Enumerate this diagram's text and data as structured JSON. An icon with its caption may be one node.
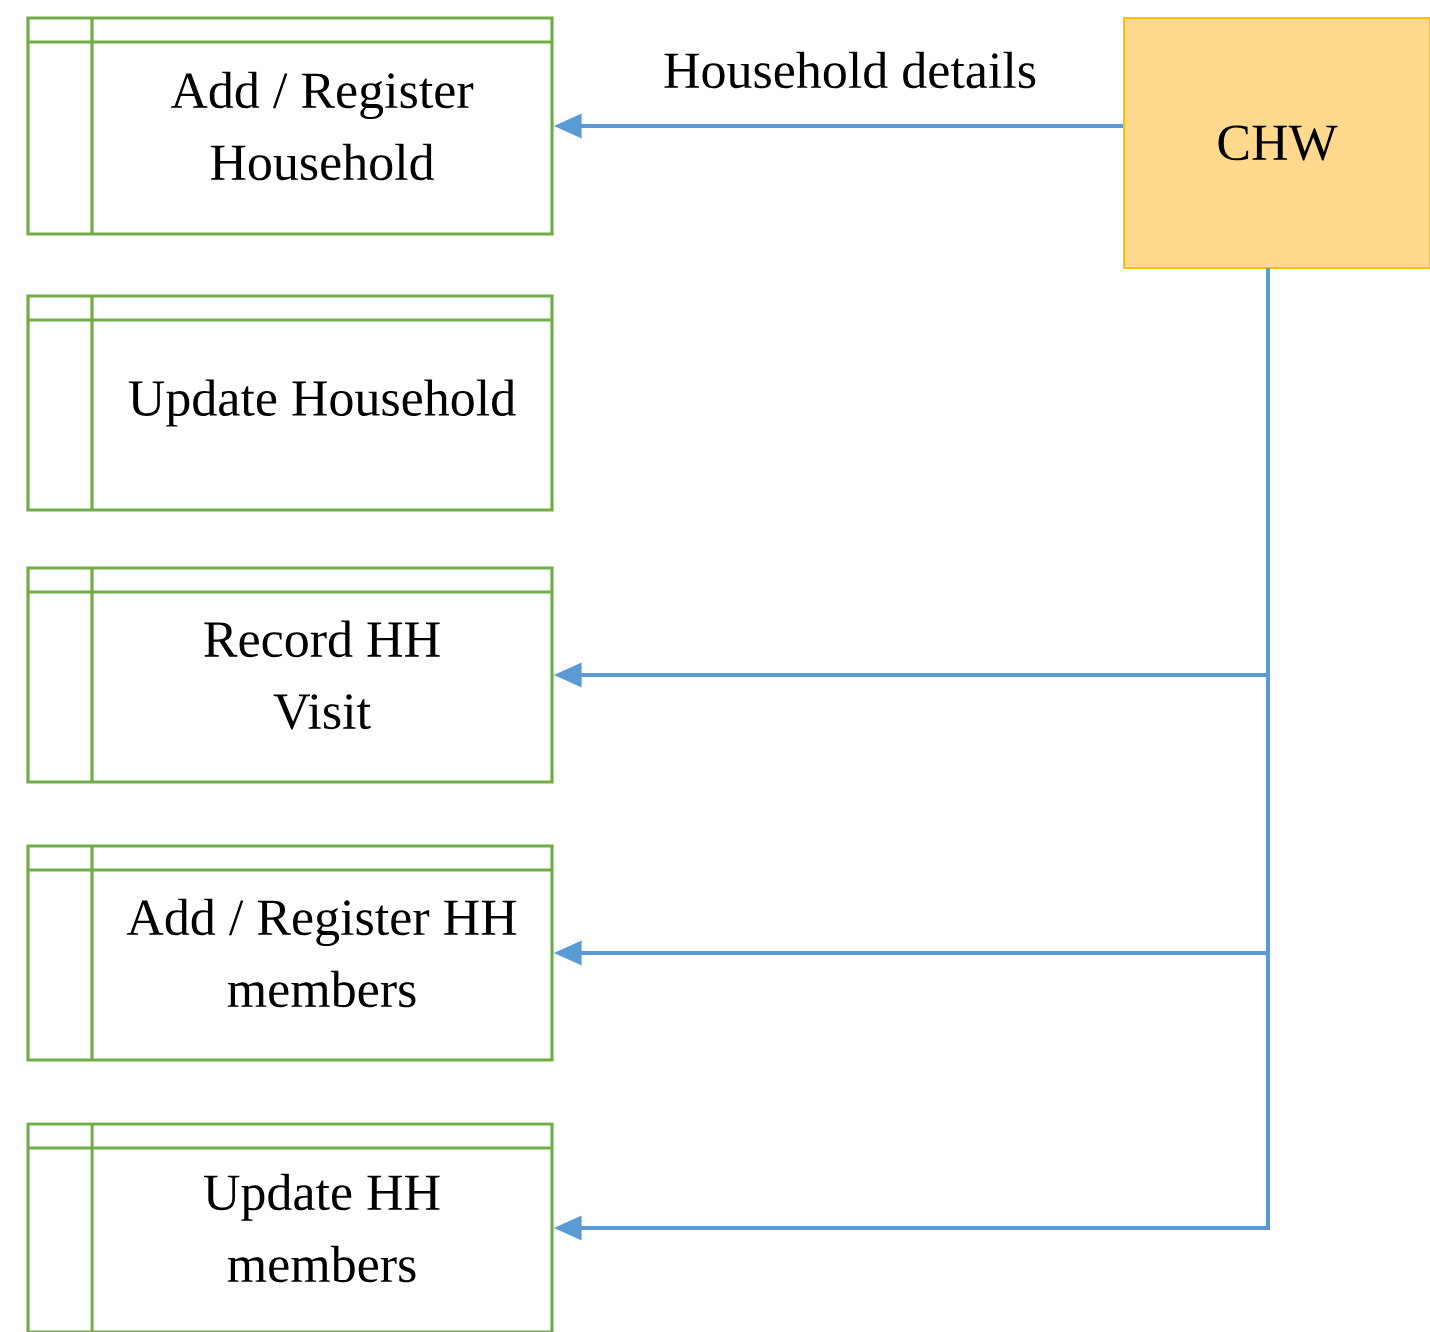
{
  "diagram": {
    "nodes": [
      {
        "text": [
          "Add / Register Household"
        ]
      },
      {
        "text": [
          "Update Household"
        ]
      },
      {
        "text": [
          "Record HH Visit"
        ]
      },
      {
        "text": [
          "Add / Register HH members"
        ]
      },
      {
        "text": [
          "Update HH members"
        ]
      },
      {
        "text": [
          "CHW"
        ]
      }
    ],
    "edges": [
      {
        "from": 5,
        "to": 0,
        "arrow": "to",
        "label": "Household details"
      },
      {
        "from": 5,
        "to": 2,
        "arrow": "to"
      },
      {
        "from": 5,
        "to": 3,
        "arrow": "to"
      },
      {
        "from": 5,
        "to": 4,
        "arrow": "to"
      }
    ]
  }
}
